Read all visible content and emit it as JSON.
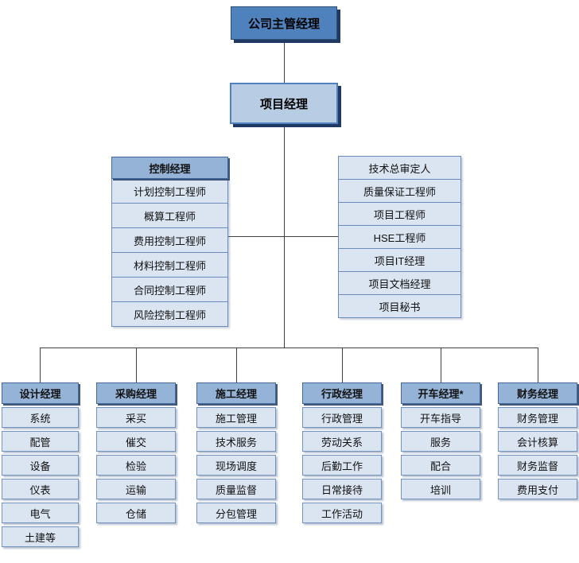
{
  "org": {
    "root": "公司主管经理",
    "project_manager": "项目经理",
    "control": {
      "header": "控制经理",
      "items": [
        "计划控制工程师",
        "概算工程师",
        "费用控制工程师",
        "材料控制工程师",
        "合同控制工程师",
        "风险控制工程师"
      ]
    },
    "staff": {
      "items": [
        "技术总审定人",
        "质量保证工程师",
        "项目工程师",
        "HSE工程师",
        "项目IT经理",
        "项目文档经理",
        "项目秘书"
      ]
    },
    "departments": [
      {
        "header": "设计经理",
        "items": [
          "系统",
          "配管",
          "设备",
          "仪表",
          "电气",
          "土建等"
        ]
      },
      {
        "header": "采购经理",
        "items": [
          "采买",
          "催交",
          "检验",
          "运输",
          "仓储"
        ]
      },
      {
        "header": "施工经理",
        "items": [
          "施工管理",
          "技术服务",
          "现场调度",
          "质量监督",
          "分包管理"
        ]
      },
      {
        "header": "行政经理",
        "items": [
          "行政管理",
          "劳动关系",
          "后勤工作",
          "日常接待",
          "工作活动"
        ]
      },
      {
        "header": "开车经理*",
        "items": [
          "开车指导",
          "服务",
          "配合",
          "培训"
        ]
      },
      {
        "header": "财务经理",
        "items": [
          "财务管理",
          "会计核算",
          "财务监督",
          "费用支付"
        ]
      }
    ],
    "colors": {
      "root_fill": "#4f81bd",
      "pm_fill": "#b8cce4",
      "header_fill": "#95b3d7",
      "item_fill": "#dbe5f1",
      "border": "#4f81bd",
      "shadow": "#1f3864",
      "line": "#404040"
    }
  }
}
